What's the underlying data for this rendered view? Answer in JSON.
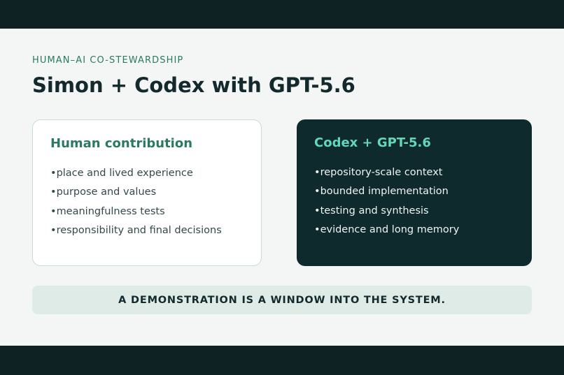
{
  "slide": {
    "eyebrow": "HUMAN–AI CO-STEWARDSHIP",
    "title": "Simon + Codex with GPT-5.6",
    "human_card": {
      "title": "Human contribution",
      "items": [
        "place and lived experience",
        "purpose and values",
        "meaningfulness tests",
        "responsibility and final decisions"
      ]
    },
    "ai_card": {
      "title": "Codex + GPT-5.6",
      "items": [
        "repository-scale context",
        "bounded implementation",
        "testing and synthesis",
        "evidence and long memory"
      ]
    },
    "banner": "A DEMONSTRATION IS A WINDOW INTO THE SYSTEM."
  },
  "colors": {
    "frame": "#0e2224",
    "background": "#f3f6f5",
    "accent_green": "#2a7a63",
    "accent_teal": "#63d7bd",
    "dark_card": "#0f2a2c",
    "banner_bg": "#deebe6"
  }
}
